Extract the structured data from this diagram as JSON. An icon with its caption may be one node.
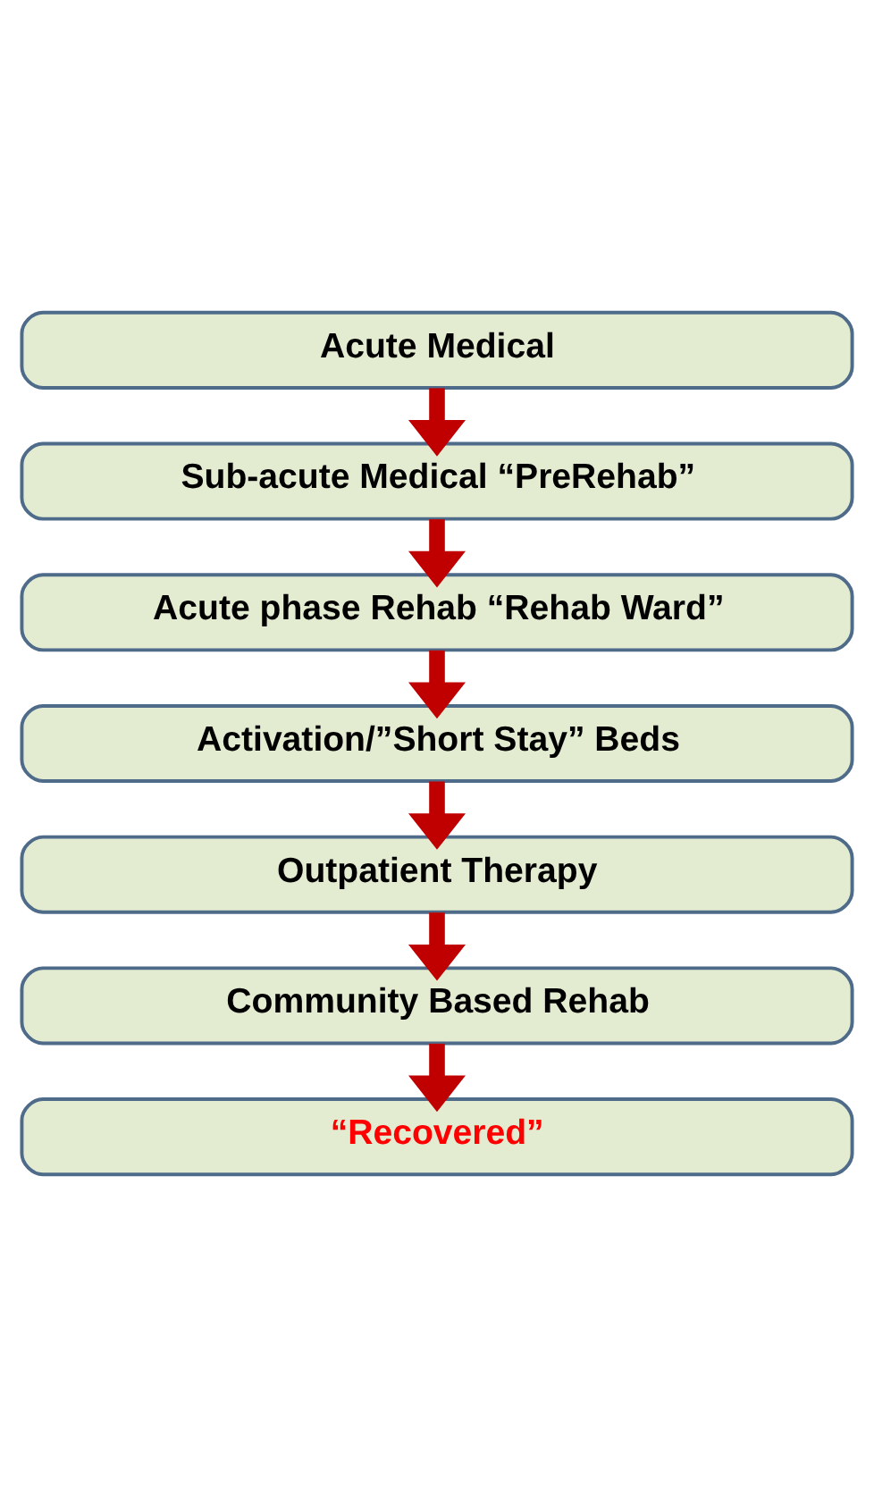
{
  "diagram": {
    "nodes": [
      {
        "text": [
          "Acute Medical"
        ]
      },
      {
        "text": [
          "Sub-acute Medical “PreRehab”"
        ]
      },
      {
        "text": [
          "Acute phase Rehab “Rehab Ward”"
        ]
      },
      {
        "text": [
          "Activation/”Short Stay” Beds"
        ]
      },
      {
        "text": [
          "Outpatient Therapy"
        ]
      },
      {
        "text": [
          "Community Based Rehab"
        ]
      },
      {
        "text": [
          "“Recovered”"
        ]
      }
    ],
    "edges": [
      {
        "from": 0,
        "to": 1,
        "arrow": "to"
      },
      {
        "from": 1,
        "to": 2,
        "arrow": "to"
      },
      {
        "from": 2,
        "to": 3,
        "arrow": "to"
      },
      {
        "from": 3,
        "to": 4,
        "arrow": "to"
      },
      {
        "from": 4,
        "to": 5,
        "arrow": "to"
      },
      {
        "from": 5,
        "to": 6,
        "arrow": "to"
      }
    ]
  }
}
